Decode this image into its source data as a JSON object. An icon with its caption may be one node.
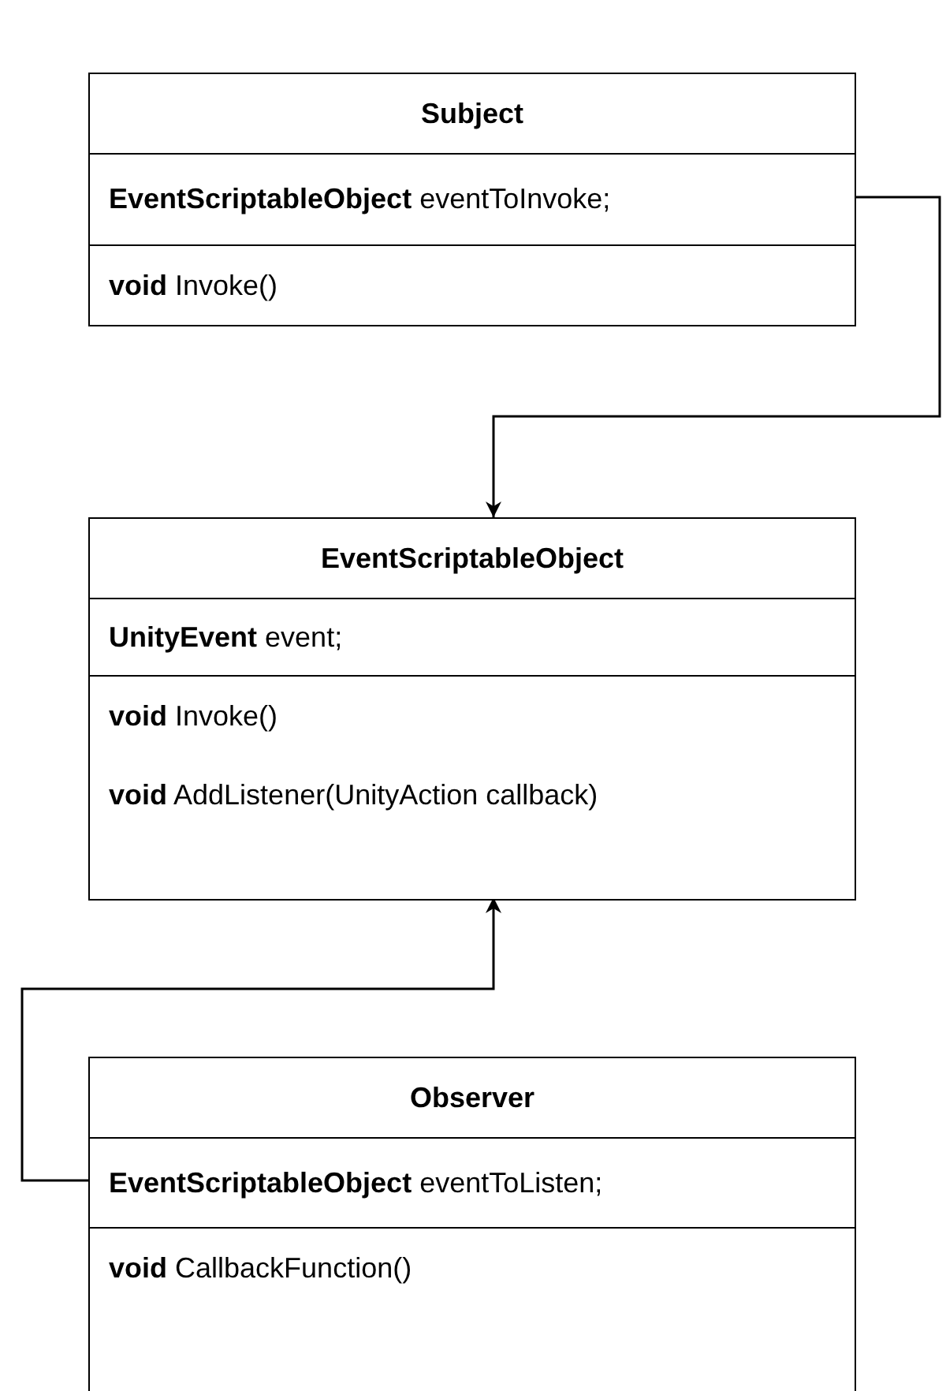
{
  "diagram": {
    "nodes": [
      {
        "text": [
          "Subject",
          "**EventScriptableObject** eventToInvoke;",
          "**void** Invoke()"
        ]
      },
      {
        "text": [
          "EventScriptableObject",
          "**UnityEvent** event;",
          "**void** Invoke()",
          "**void** AddListener(UnityAction callback)"
        ]
      },
      {
        "text": [
          "Observer",
          "**EventScriptableObject** eventToListen;",
          "**void** CallbackFunction()"
        ]
      }
    ],
    "edges": [
      {
        "from": 0,
        "to": 1,
        "arrow": "to"
      },
      {
        "from": 2,
        "to": 1,
        "arrow": "to"
      }
    ]
  }
}
